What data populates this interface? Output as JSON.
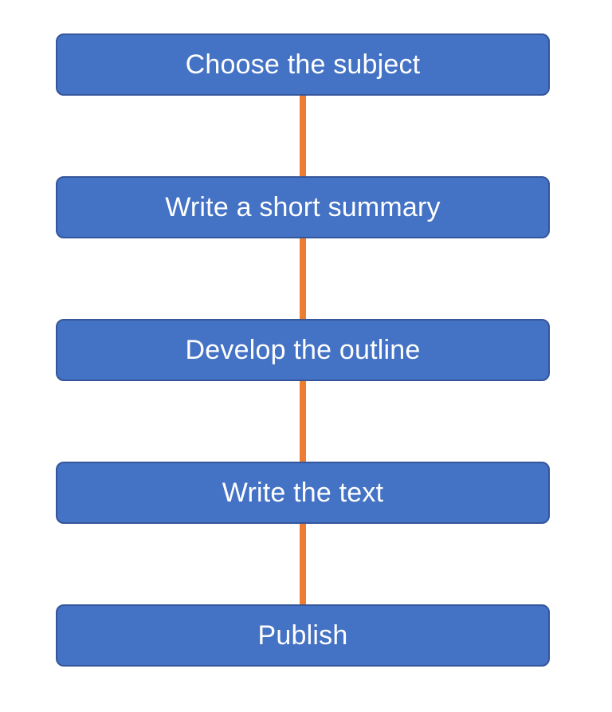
{
  "diagram": {
    "type": "flowchart",
    "direction": "top-to-bottom",
    "steps": [
      {
        "label": "Choose the subject"
      },
      {
        "label": "Write a short summary"
      },
      {
        "label": "Develop the outline"
      },
      {
        "label": "Write the text"
      },
      {
        "label": "Publish"
      }
    ],
    "connectors": [
      {
        "from": 0,
        "to": 1
      },
      {
        "from": 1,
        "to": 2
      },
      {
        "from": 2,
        "to": 3
      },
      {
        "from": 3,
        "to": 4
      }
    ],
    "colors": {
      "box_fill": "#4472C4",
      "box_border": "#35569B",
      "connector": "#ED7D31",
      "text": "#FFFFFF",
      "background": "#FFFFFF"
    }
  }
}
